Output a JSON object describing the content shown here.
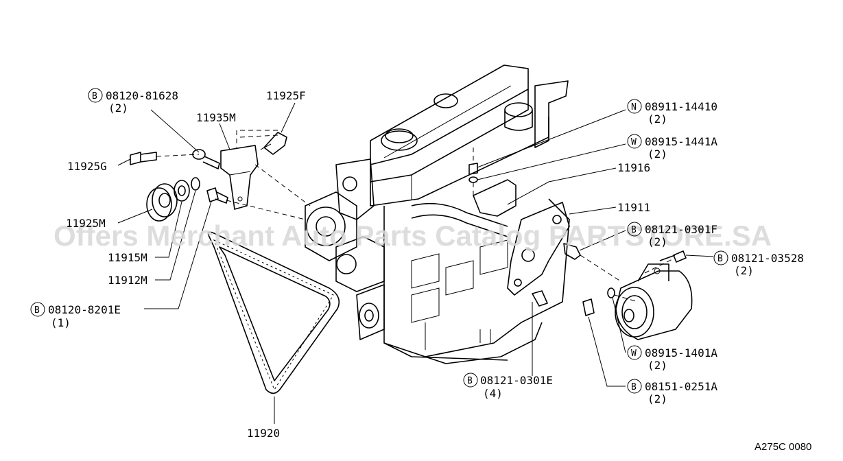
{
  "watermark": "Offers Merchant Auto Parts Catalog PARTSTORE.SA",
  "diagram_code": "A275C 0080",
  "callouts": {
    "c_08120_81628": {
      "marker": "B",
      "part": "08120-81628",
      "qty": "(2)"
    },
    "c_11925F": {
      "part": "11925F"
    },
    "c_11935M": {
      "part": "11935M"
    },
    "c_11925G": {
      "part": "11925G"
    },
    "c_11925M": {
      "part": "11925M"
    },
    "c_11915M": {
      "part": "11915M"
    },
    "c_11912M": {
      "part": "11912M"
    },
    "c_08120_8201E": {
      "marker": "B",
      "part": "08120-8201E",
      "qty": "(1)"
    },
    "c_11920": {
      "part": "11920"
    },
    "c_08911_14410": {
      "marker": "N",
      "part": "08911-14410",
      "qty": "(2)"
    },
    "c_08915_1441A": {
      "marker": "W",
      "part": "08915-1441A",
      "qty": "(2)"
    },
    "c_11916": {
      "part": "11916"
    },
    "c_11911": {
      "part": "11911"
    },
    "c_08121_0301F": {
      "marker": "B",
      "part": "08121-0301F",
      "qty": "(2)"
    },
    "c_08121_03528": {
      "marker": "B",
      "part": "08121-03528",
      "qty": "(2)"
    },
    "c_08121_0301E": {
      "marker": "B",
      "part": "08121-0301E",
      "qty": "(4)"
    },
    "c_08915_1401A": {
      "marker": "W",
      "part": "08915-1401A",
      "qty": "(2)"
    },
    "c_08151_0251A": {
      "marker": "B",
      "part": "08151-0251A",
      "qty": "(2)"
    }
  },
  "icons": {
    "B": "circle-letter-b-icon",
    "N": "circle-letter-n-icon",
    "W": "circle-letter-w-icon"
  }
}
